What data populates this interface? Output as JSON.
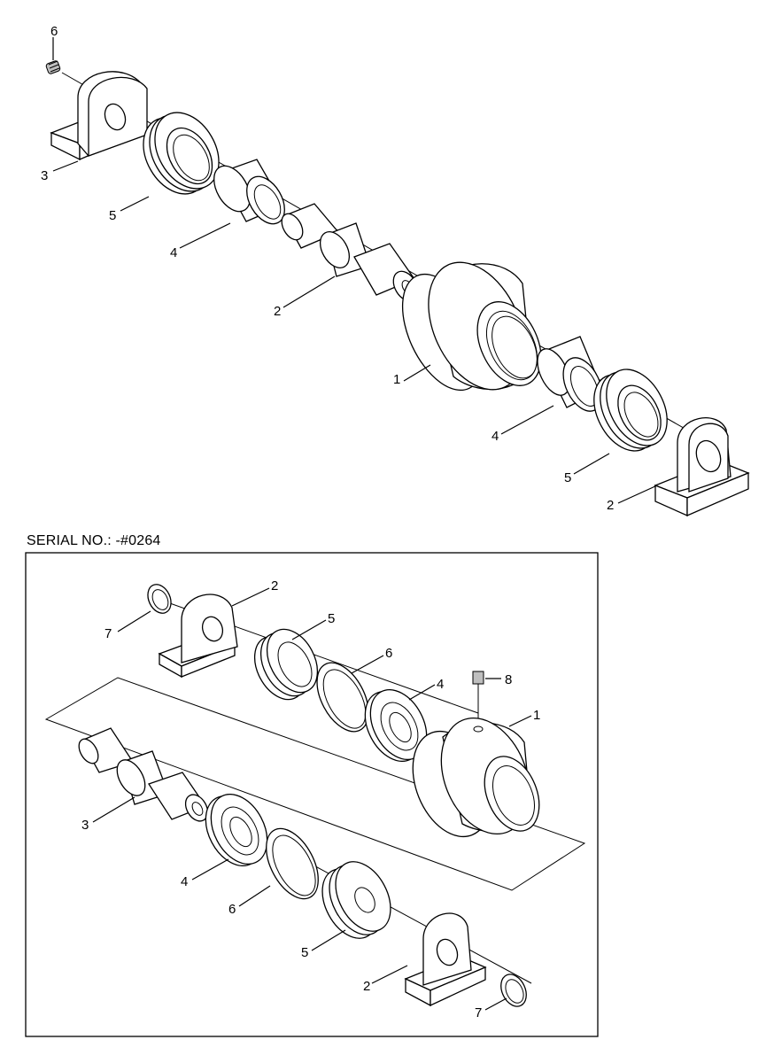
{
  "serial_heading": "SERIAL NO.: -#0264",
  "upper_assembly": {
    "callouts": [
      "6",
      "3",
      "5",
      "4",
      "2",
      "1",
      "4",
      "5",
      "2"
    ]
  },
  "lower_assembly": {
    "callouts": [
      "2",
      "7",
      "5",
      "6",
      "4",
      "8",
      "1",
      "3",
      "4",
      "6",
      "5",
      "2",
      "7"
    ]
  }
}
